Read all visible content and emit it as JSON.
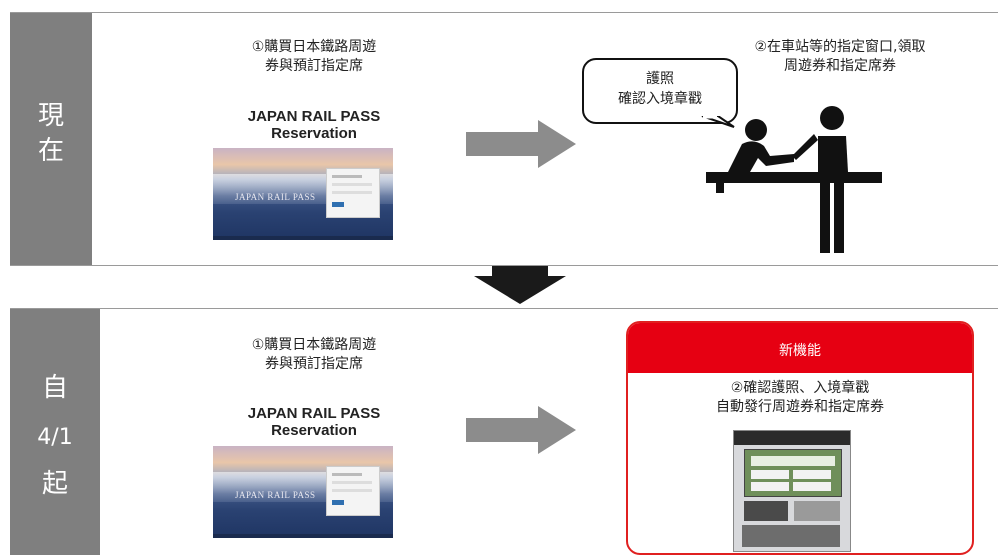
{
  "now_section": {
    "side_label_lines": [
      "現",
      "在"
    ],
    "step1_lines": [
      "①購買日本鐵路周遊",
      "券與預訂指定席"
    ],
    "jrp_title_lines": [
      "JAPAN RAIL PASS",
      "Reservation"
    ],
    "step2_lines": [
      "②在車站等的指定窗口,領取",
      "周遊券和指定席券"
    ],
    "bubble_lines": [
      "護照",
      "確認入境章戳"
    ],
    "screenshot_brand": "JAPAN RAIL PASS"
  },
  "new_section": {
    "side_label_lines": [
      "自",
      "4/1",
      "起"
    ],
    "step1_lines": [
      "①購買日本鐵路周遊",
      "券與預訂指定席"
    ],
    "jrp_title_lines": [
      "JAPAN RAIL PASS",
      "Reservation"
    ],
    "new_feature_label": "新機能",
    "step2_lines": [
      "②確認護照、入境章戳",
      "自動發行周遊券和指定席券"
    ],
    "screenshot_brand": "JAPAN RAIL PASS"
  },
  "colors": {
    "side_panel": "#7f7f7f",
    "arrow": "#8c8c8c",
    "down_arrow": "#1a1a1a",
    "new_feature_red": "#e60012"
  },
  "icons": [
    "right-arrow-icon",
    "down-arrow-icon",
    "counter-clerk-icon",
    "ticket-machine-icon"
  ]
}
